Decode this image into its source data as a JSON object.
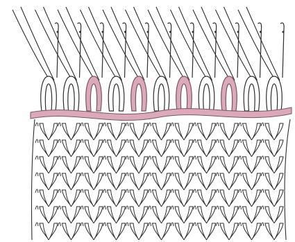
{
  "diagram": {
    "subject": "knitted-fabric-on-machine-needles",
    "colors": {
      "background": "#ffffff",
      "ink": "#2e2e2e",
      "waste_yarn": "#dba9b9",
      "waste_yarn_ink": "#7a5560"
    },
    "wale_count": 11,
    "fabric_courses": 7,
    "loops_on_needles": 11,
    "waste_yarn_loop_positions": [
      2,
      4,
      6,
      8
    ]
  }
}
